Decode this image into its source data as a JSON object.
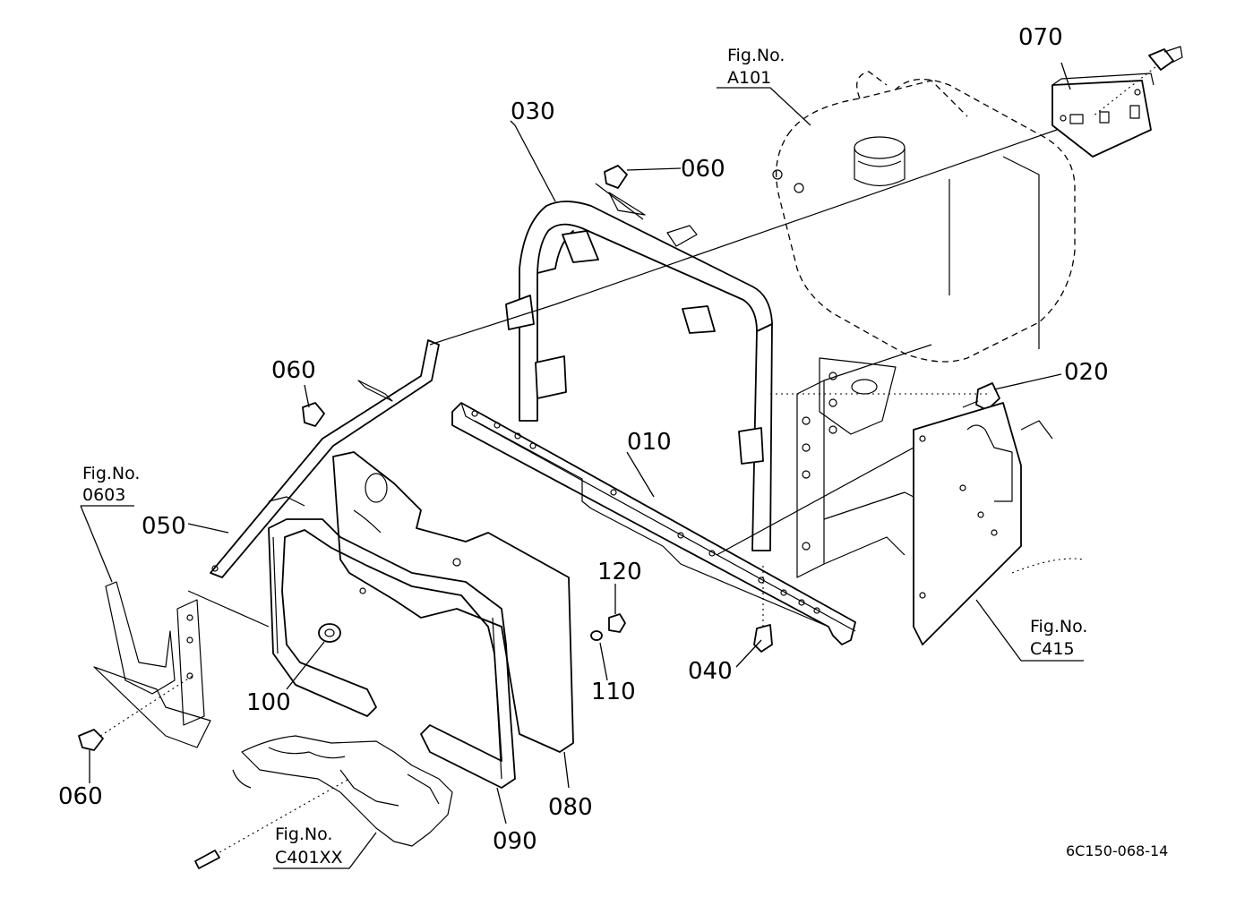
{
  "parts": [
    {
      "id": "p010",
      "label": "010"
    },
    {
      "id": "p020",
      "label": "020"
    },
    {
      "id": "p030",
      "label": "030"
    },
    {
      "id": "p040",
      "label": "040"
    },
    {
      "id": "p050",
      "label": "050"
    },
    {
      "id": "p060a",
      "label": "060"
    },
    {
      "id": "p060b",
      "label": "060"
    },
    {
      "id": "p060c",
      "label": "060"
    },
    {
      "id": "p070",
      "label": "070"
    },
    {
      "id": "p080",
      "label": "080"
    },
    {
      "id": "p090",
      "label": "090"
    },
    {
      "id": "p100",
      "label": "100"
    },
    {
      "id": "p110",
      "label": "110"
    },
    {
      "id": "p120",
      "label": "120"
    }
  ],
  "figure_refs": [
    {
      "id": "a101",
      "caption": "Fig.No.",
      "code": "A101"
    },
    {
      "id": "f0603",
      "caption": "Fig.No.",
      "code": "0603"
    },
    {
      "id": "c415",
      "caption": "Fig.No.",
      "code": "C415"
    },
    {
      "id": "c401xx",
      "caption": "Fig.No.",
      "code": "C401XX"
    }
  ],
  "drawing_code": "6C150-068-14"
}
